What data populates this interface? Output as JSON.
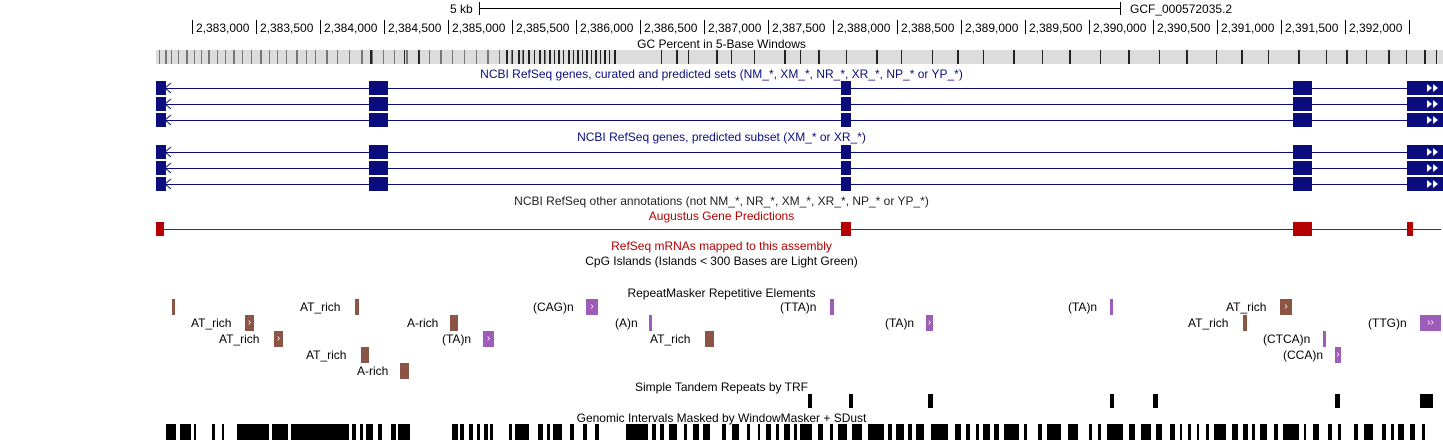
{
  "ruler": {
    "scale_label": "5 kb",
    "assembly": "GCF_000572035.2",
    "ticks": [
      "2,383,000",
      "2,383,500",
      "2,384,000",
      "2,384,500",
      "2,385,000",
      "2,385,500",
      "2,386,000",
      "2,386,500",
      "2,387,000",
      "2,387,500",
      "2,388,000",
      "2,388,500",
      "2,389,000",
      "2,389,500",
      "2,390,000",
      "2,390,500",
      "2,391,000",
      "2,391,500",
      "2,392,000"
    ]
  },
  "tracks": {
    "gc_percent": "GC Percent in 5-Base Windows",
    "refseq_all": "NCBI RefSeq genes, curated and predicted sets (NM_*, XM_*, NR_*, XR_*, NP_* or YP_*)",
    "refseq_predicted": "NCBI RefSeq genes, predicted subset (XM_* or XR_*)",
    "refseq_other": "NCBI RefSeq other annotations (not NM_*, NR_*, XM_*, XR_*, NP_* or YP_*)",
    "augustus": "Augustus Gene Predictions",
    "refseq_mrna": "RefSeq mRNAs mapped to this assembly",
    "cpg": "CpG Islands (Islands < 300 Bases are Light Green)",
    "repeatmasker": "RepeatMasker Repetitive Elements",
    "trf": "Simple Tandem Repeats by TRF",
    "windowmasker": "Genomic Intervals Masked by WindowMasker + SDust"
  },
  "repeats": {
    "r1": "AT_rich",
    "r2": "(CAG)n",
    "r3": "(TTA)n",
    "r4": "(TA)n",
    "r5": "AT_rich",
    "r6": "AT_rich",
    "r7": "A-rich",
    "r8": "(A)n",
    "r9": "(TA)n",
    "r10": "AT_rich",
    "r11": "(TTG)n",
    "r12": "AT_rich",
    "r13": "(TA)n",
    "r14": "AT_rich",
    "r15": "(CTCA)n",
    "r16": "AT_rich",
    "r17": "(CCA)n",
    "r18": "A-rich"
  },
  "colors": {
    "gene": "#0b0d7c",
    "augustus": "#b40000",
    "mrna_label": "#b40000",
    "repeat_brown": "#8b5444",
    "repeat_purple": "#9c5cb8"
  }
}
